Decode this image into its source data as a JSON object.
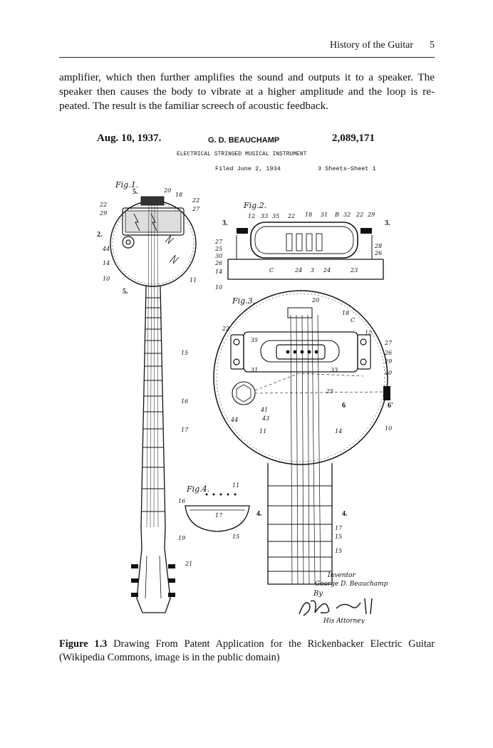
{
  "header": {
    "title": "History of the Guitar",
    "page_number": "5"
  },
  "body": {
    "paragraph": "amplifier, which then further amplifies the sound and outputs it to a speaker.  The speaker then causes the body to vibrate at a higher amplitude and the loop is re-peated.  The result is the familiar screech of acoustic feedback."
  },
  "patent": {
    "date": "Aug. 10, 1937.",
    "inventor_name": "G. D. BEAUCHAMP",
    "number": "2,089,171",
    "title": "ELECTRICAL STRINGED MUSICAL INSTRUMENT",
    "filed": "Filed June 2, 1934",
    "sheets": "3 Sheets–Sheet 1",
    "fig1": "Fig.1.",
    "fig2": "Fig.2.",
    "fig3": "Fig.3.",
    "fig4": "Fig.4.",
    "inventor_label": "Inventor",
    "inventor_signature": "George D. Beauchamp",
    "by": "By",
    "attorney": "His Attorney"
  },
  "caption": {
    "label": "Figure 1.3",
    "text": " Drawing From Patent Application for the Rickenbacker Electric Guitar (Wikipedia Commons, image is in the public domain)"
  }
}
